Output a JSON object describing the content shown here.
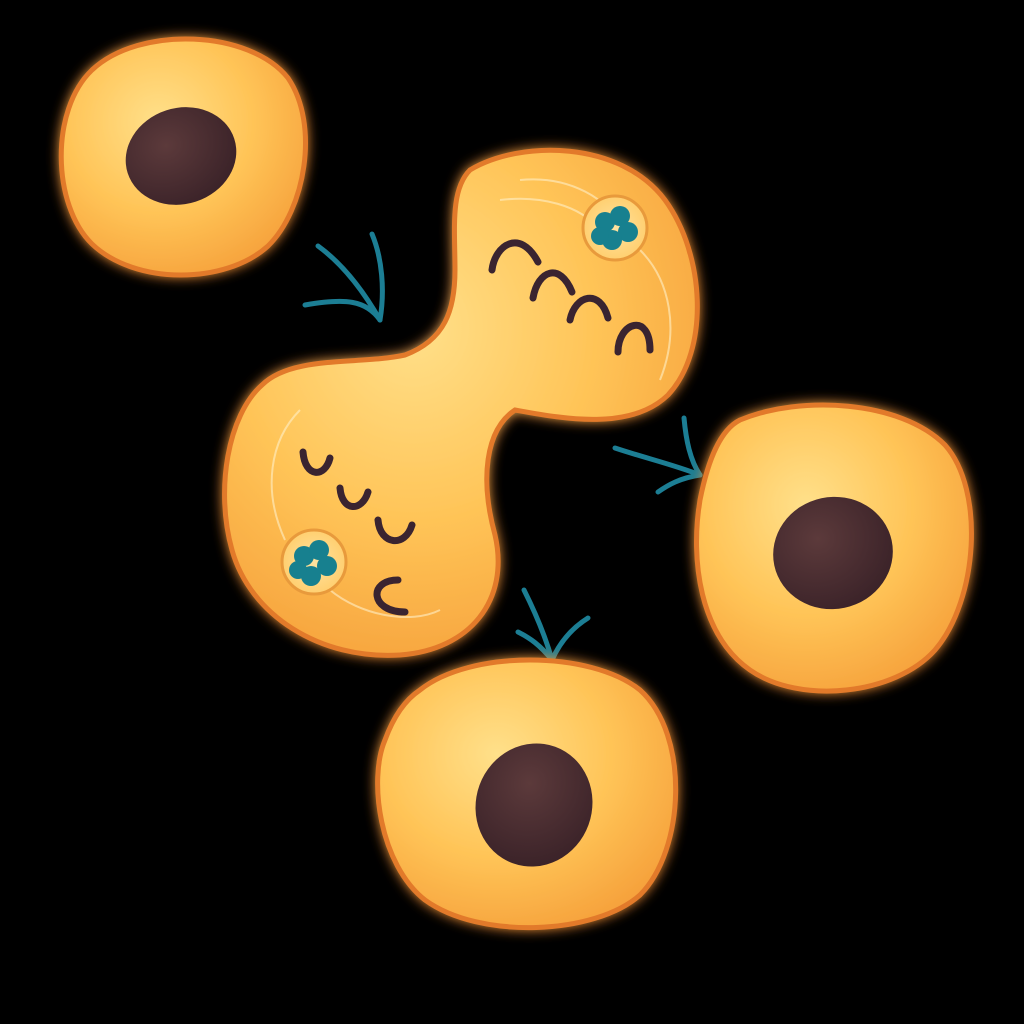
{
  "diagram": {
    "stages": [
      {
        "id": "parent-cell",
        "kind": "interphase-cell"
      },
      {
        "id": "dividing-cell",
        "kind": "anaphase-telophase-cell",
        "chromosome_count_per_pole": 4,
        "centrosomes": 2
      },
      {
        "id": "daughter-cell-right",
        "kind": "interphase-cell"
      },
      {
        "id": "daughter-cell-bottom",
        "kind": "interphase-cell"
      }
    ],
    "arrows": [
      {
        "from": "parent-cell",
        "to": "dividing-cell"
      },
      {
        "from": "dividing-cell",
        "to": "daughter-cell-right"
      },
      {
        "from": "dividing-cell",
        "to": "daughter-cell-bottom"
      }
    ]
  },
  "colors": {
    "background": "#000000",
    "cytoplasm_light": "#ffd26e",
    "cytoplasm_mid": "#ffbd4c",
    "cytoplasm_edge": "#f59a36",
    "membrane": "#e27a2c",
    "nucleus": "#4a2c2f",
    "chromosome": "#3a2430",
    "centrosome": "#17808f",
    "arrow": "#1c7e94"
  }
}
